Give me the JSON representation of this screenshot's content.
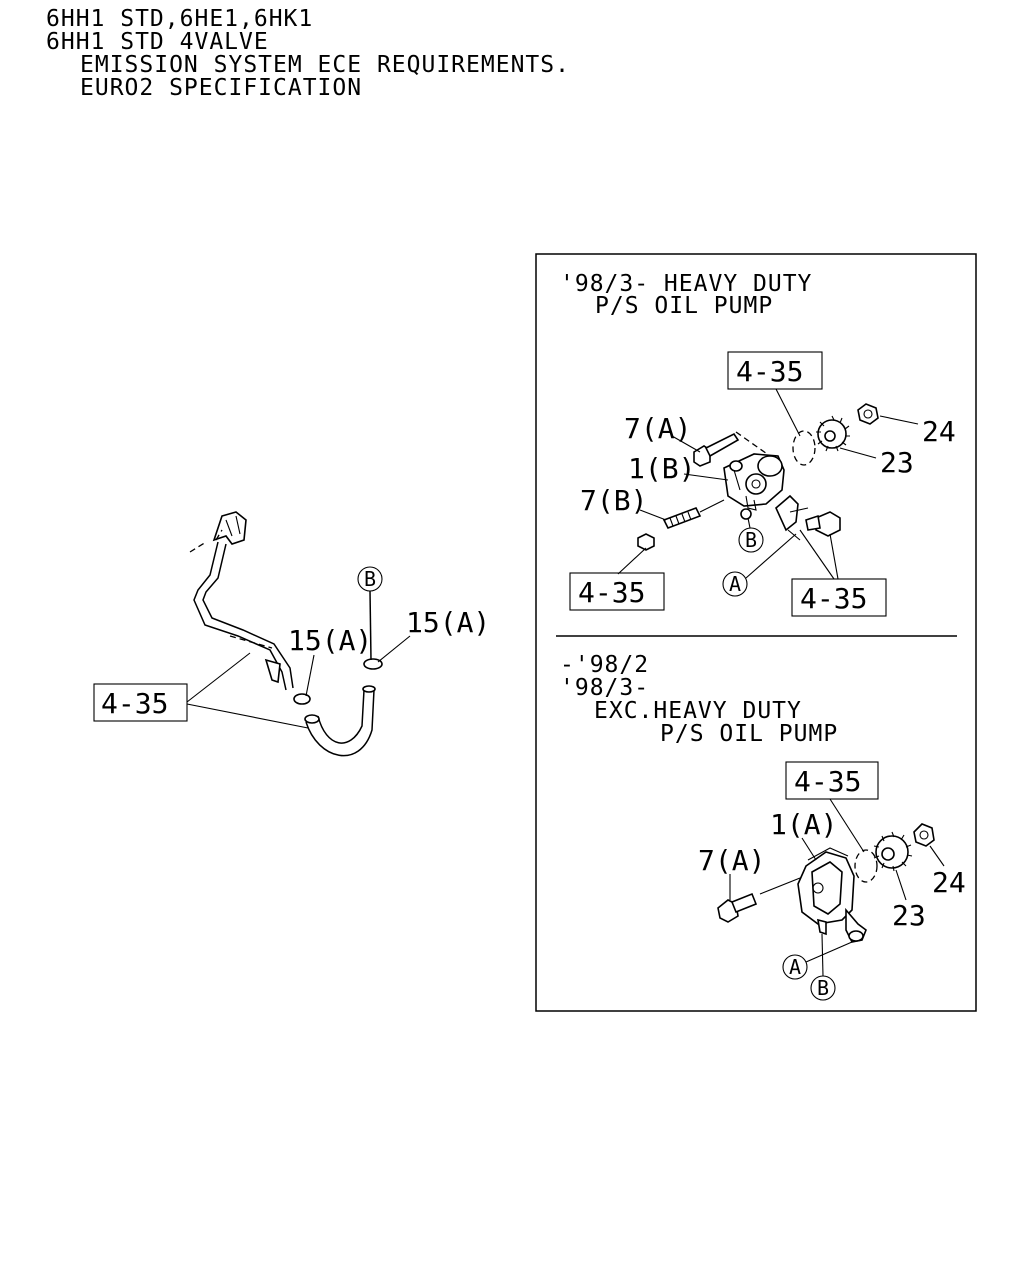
{
  "header": {
    "line1": "6HH1 STD,6HE1,6HK1",
    "line2": "6HH1 STD 4VALVE",
    "line3": "EMISSION SYSTEM ECE REQUIREMENTS.",
    "line4": "EURO2 SPECIFICATION"
  },
  "left_view": {
    "ref_box": "4-35",
    "callout_15a_left": "15(A)",
    "callout_15a_right": "15(A)",
    "circle_b": "B"
  },
  "box_top": {
    "title1": "'98/3- HEAVY DUTY",
    "title2": "P/S OIL PUMP",
    "ref_top": "4-35",
    "ref_bottom_left": "4-35",
    "ref_bottom_right": "4-35",
    "callout_7a": "7(A)",
    "callout_1b": "1(B)",
    "callout_7b": "7(B)",
    "callout_24": "24",
    "callout_23": "23",
    "circle_a": "A",
    "circle_b": "B"
  },
  "box_bottom": {
    "title1": "-'98/2",
    "title2": "'98/3-",
    "title3": "EXC.HEAVY DUTY",
    "title4": "P/S OIL PUMP",
    "ref_top": "4-35",
    "callout_1a": "1(A)",
    "callout_7a": "7(A)",
    "callout_24": "24",
    "callout_23": "23",
    "circle_a": "A",
    "circle_b": "B"
  }
}
